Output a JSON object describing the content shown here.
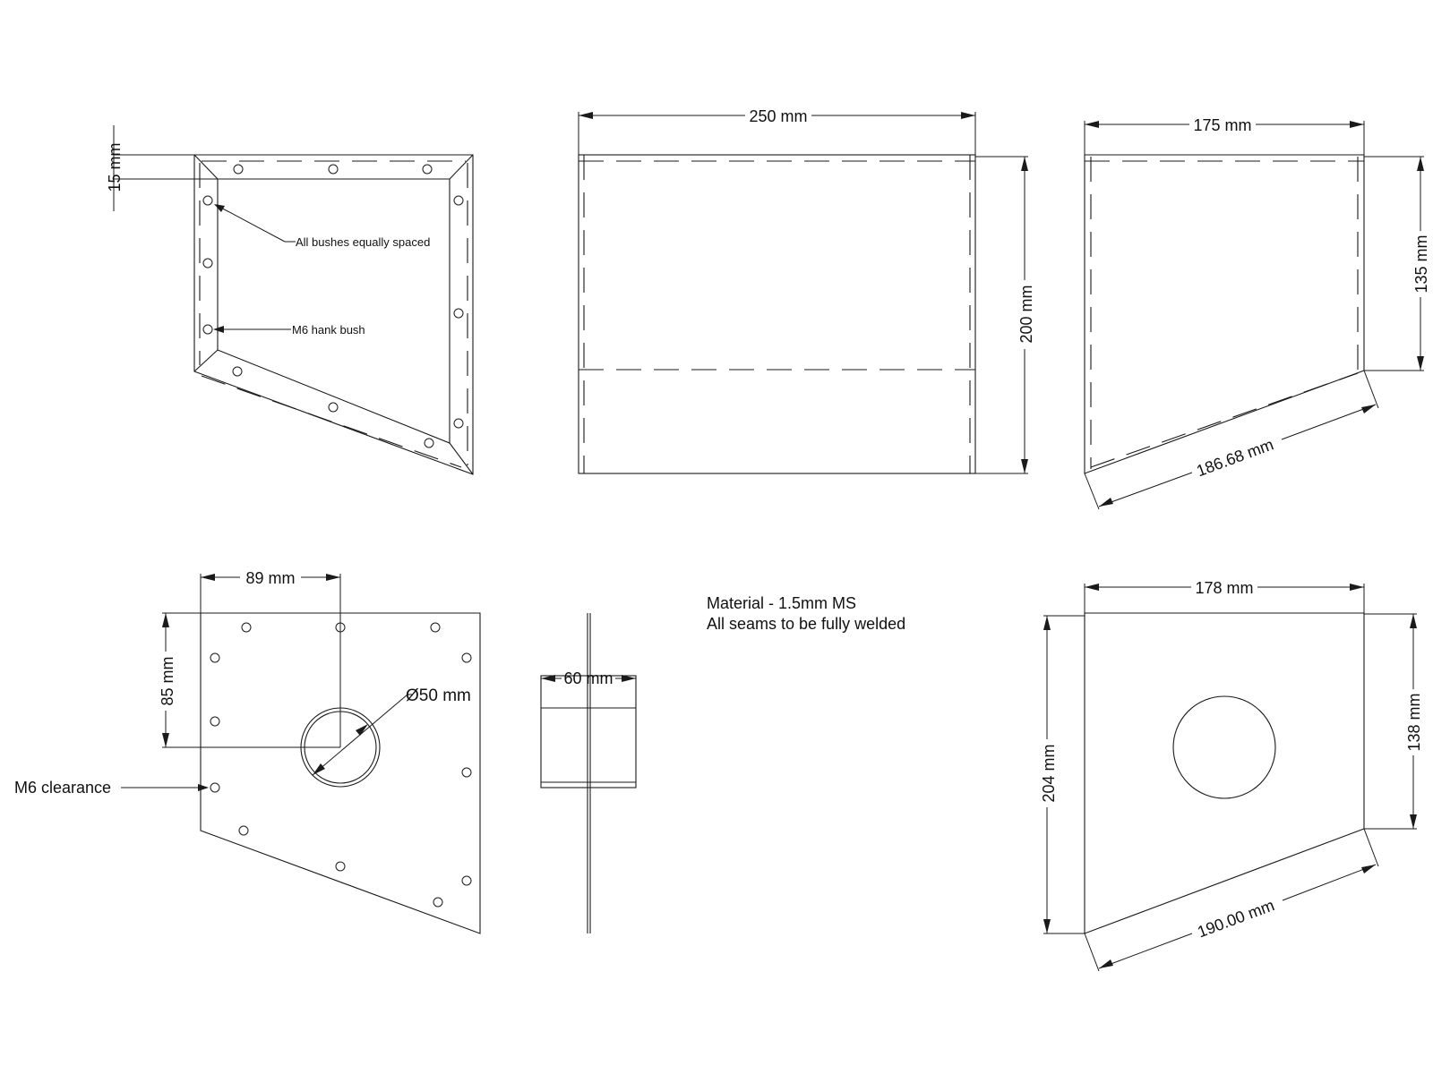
{
  "dimensions": {
    "top_left_inset": "15 mm",
    "front_width": "250 mm",
    "front_height": "200 mm",
    "side_top_width": "175 mm",
    "side_right_height": "135 mm",
    "side_slope": "186.68 mm",
    "plate_hole_x": "89 mm",
    "plate_hole_y": "85 mm",
    "plate_hole_dia": "Ø50 mm",
    "tube_width": "60 mm",
    "bottom_top_width": "178 mm",
    "bottom_left_height": "204 mm",
    "bottom_right_height": "138 mm",
    "bottom_slope": "190.00 mm"
  },
  "callouts": {
    "bushes": "All bushes equally spaced",
    "hank_bush": "M6 hank bush",
    "clearance": "M6 clearance"
  },
  "notes": {
    "material": "Material - 1.5mm MS",
    "seams": "All seams to be fully welded"
  }
}
